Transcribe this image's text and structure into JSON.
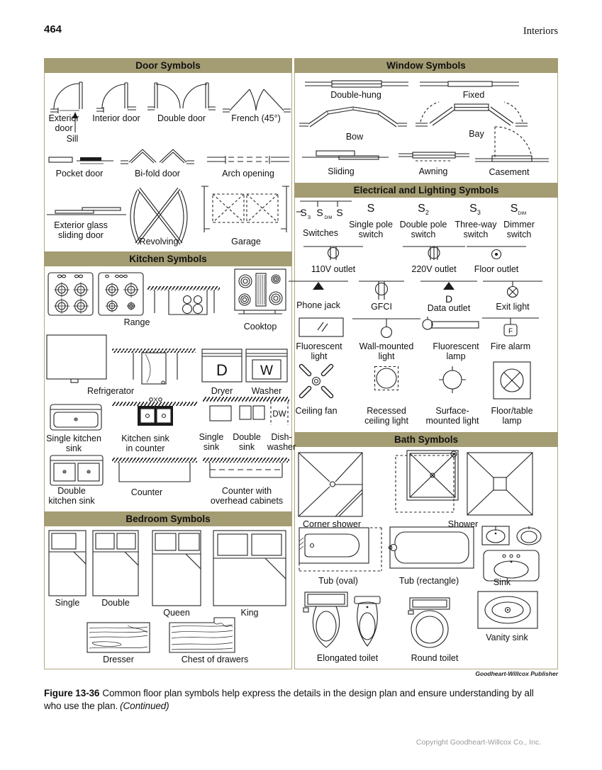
{
  "page": {
    "number": "464",
    "running_head": "Interiors",
    "publisher_credit": "Goodheart-Willcox Publisher",
    "figure_label": "Figure 13-36",
    "figure_caption": "Common floor plan symbols help express the details in the design plan and ensure understanding by all who use the plan.",
    "figure_continued": "(Continued)",
    "copyright": "Copyright Goodheart-Willcox Co., Inc."
  },
  "colors": {
    "header_bar": "#a49c72",
    "border": "#b2a97f"
  },
  "sections": {
    "door": {
      "title": "Door Symbols",
      "labels": {
        "exterior": "Exterior door",
        "sill": "Sill",
        "interior": "Interior door",
        "double": "Double door",
        "french": "French (45°)",
        "pocket": "Pocket door",
        "bifold": "Bi-fold door",
        "arch": "Arch opening",
        "sliding_glass": "Exterior glass sliding door",
        "revolving": "Revolving",
        "garage": "Garage"
      }
    },
    "window": {
      "title": "Window Symbols",
      "labels": {
        "double_hung": "Double-hung",
        "fixed": "Fixed",
        "bow": "Bow",
        "bay": "Bay",
        "sliding": "Sliding",
        "awning": "Awning",
        "casement": "Casement"
      }
    },
    "electrical": {
      "title": "Electrical and Lighting Symbols",
      "labels": {
        "s": "S",
        "s2_sub": "2",
        "s3_sub": "3",
        "sdim_sub": "DIM",
        "switches": "Switches",
        "single_pole": "Single pole switch",
        "double_pole": "Double pole switch",
        "three_way": "Three-way switch",
        "dimmer": "Dimmer switch",
        "outlet_110": "110V outlet",
        "outlet_220": "220V outlet",
        "floor_outlet": "Floor outlet",
        "phone_jack": "Phone jack",
        "gfci": "GFCI",
        "data_outlet": "Data outlet",
        "data_d": "D",
        "exit_light": "Exit light",
        "fluorescent_light": "Fluorescent light",
        "wall_mounted_light": "Wall-mounted light",
        "fluorescent_lamp": "Fluorescent lamp",
        "fire_alarm": "Fire alarm",
        "fire_f": "F",
        "ceiling_fan": "Ceiling fan",
        "recessed": "Recessed ceiling light",
        "surface": "Surface-mounted light",
        "floor_table_lamp": "Floor/table lamp"
      }
    },
    "kitchen": {
      "title": "Kitchen Symbols",
      "labels": {
        "range": "Range",
        "cooktop": "Cooktop",
        "refrigerator": "Refrigerator",
        "dryer": "Dryer",
        "dryer_letter": "D",
        "washer": "Washer",
        "washer_letter": "W",
        "single_kitchen_sink": "Single kitchen sink",
        "sink_in_counter": "Kitchen sink in counter",
        "single_sink": "Single sink",
        "double_sink": "Double sink",
        "dishwasher": "Dish-washer",
        "dw": "DW",
        "double_kitchen_sink": "Double kitchen sink",
        "counter": "Counter",
        "counter_overhead": "Counter with overhead cabinets"
      }
    },
    "bedroom": {
      "title": "Bedroom Symbols",
      "labels": {
        "single": "Single",
        "double": "Double",
        "queen": "Queen",
        "king": "King",
        "dresser": "Dresser",
        "chest": "Chest of drawers"
      }
    },
    "bath": {
      "title": "Bath Symbols",
      "labels": {
        "corner_shower": "Corner shower",
        "shower": "Shower",
        "tub_oval": "Tub (oval)",
        "tub_rect": "Tub (rectangle)",
        "sink": "Sink",
        "elongated": "Elongated toilet",
        "round": "Round toilet",
        "vanity": "Vanity sink"
      }
    }
  }
}
